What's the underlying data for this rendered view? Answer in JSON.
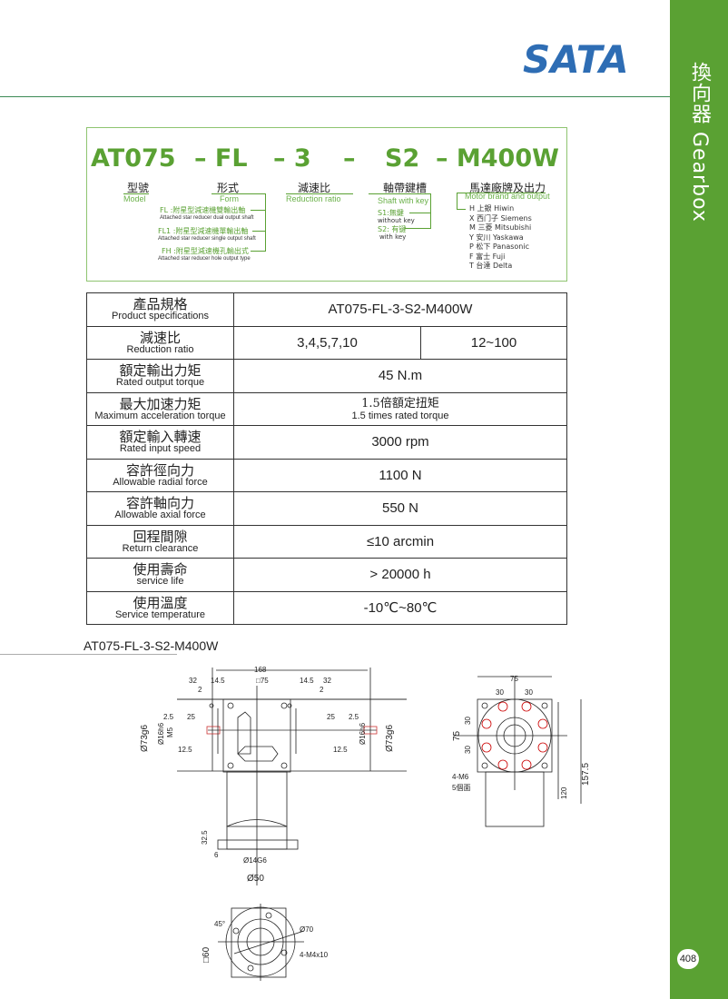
{
  "brand": {
    "logo": "SATA",
    "color": "#2e6db4"
  },
  "sidebar": {
    "title": "換向器 Gearbox",
    "page_number": "408",
    "color": "#5aa133"
  },
  "code": {
    "segments": [
      "AT075",
      "– FL",
      "–  3",
      "–",
      "S2",
      "– M400W"
    ],
    "model": {
      "zh": "型號",
      "en": "Model"
    },
    "form": {
      "zh": "形式",
      "en": "Form",
      "options": [
        {
          "zh": "FL :附星型減速機雙輸出軸",
          "en": "Attached star reducer dual output shaft"
        },
        {
          "zh": "FL1 :附星型減速機單輸出軸",
          "en": "Attached star reducer single output shaft"
        },
        {
          "zh": "FH :附星型減速機孔輸出式",
          "en": "Attached star reducer hole output type"
        }
      ]
    },
    "ratio": {
      "zh": "減速比",
      "en": "Reduction ratio"
    },
    "shaft": {
      "zh": "軸帶鍵槽",
      "en": "Shaft with key",
      "options": [
        {
          "zh": "S1:無鍵",
          "en": "without key"
        },
        {
          "zh": "S2: 有键",
          "en": "with key"
        }
      ]
    },
    "motor": {
      "zh": "馬達廠牌及出力",
      "en": "Motor brand and output",
      "brands": [
        "H 上銀  Hiwin",
        "X 西门子  Siemens",
        "M 三菱 Mitsubishi",
        "Y 安川 Yaskawa",
        "P 松下 Panasonic",
        "F 富士 Fuji",
        "T 台達 Delta"
      ]
    }
  },
  "spec": [
    {
      "zh": "產品規格",
      "en": "Product specifications",
      "value": "AT075-FL-3-S2-M400W"
    },
    {
      "zh": "減速比",
      "en": "Reduction ratio",
      "value": "3,4,5,7,10",
      "value2": "12~100"
    },
    {
      "zh": "額定輸出力矩",
      "en": "Rated output torque",
      "value": "45 N.m"
    },
    {
      "zh": "最大加速力矩",
      "en": "Maximum acceleration torque",
      "value": "1.5倍額定扭矩",
      "value_en": "1.5 times rated torque"
    },
    {
      "zh": "額定輸入轉速",
      "en": "Rated input speed",
      "value": "3000 rpm"
    },
    {
      "zh": "容許徑向力",
      "en": "Allowable radial force",
      "value": "1100 N"
    },
    {
      "zh": "容許軸向力",
      "en": "Allowable axial force",
      "value": "550 N"
    },
    {
      "zh": "回程間隙",
      "en": "Return clearance",
      "value": "≤10 arcmin"
    },
    {
      "zh": "使用壽命",
      "en": "service life",
      "value": "> 20000 h"
    },
    {
      "zh": "使用溫度",
      "en": "Service temperature",
      "value": "-10℃~80℃"
    }
  ],
  "drawing": {
    "caption": "AT075-FL-3-S2-M400W",
    "front": {
      "d168": "168",
      "d32": "32",
      "d14_5": "14.5",
      "d75": "□75",
      "d2": "2",
      "d25": "25",
      "d2_5": "2.5",
      "d12_5": "12.5",
      "m5": "M5",
      "shaft": "Ø16h6",
      "flange": "Ø73g6",
      "d32_5": "32.5",
      "d6": "6",
      "bore": "Ø14G6",
      "pilot": "Ø50"
    },
    "side": {
      "d75": "75",
      "d30": "30",
      "h75": "75",
      "h30": "30",
      "d157_5": "157.5",
      "d120": "120",
      "m6": "4-M6",
      "note": "5個面"
    },
    "bottom": {
      "d60": "□60",
      "angle": "45°",
      "pcd": "Ø70",
      "holes": "4-M4x10"
    }
  }
}
